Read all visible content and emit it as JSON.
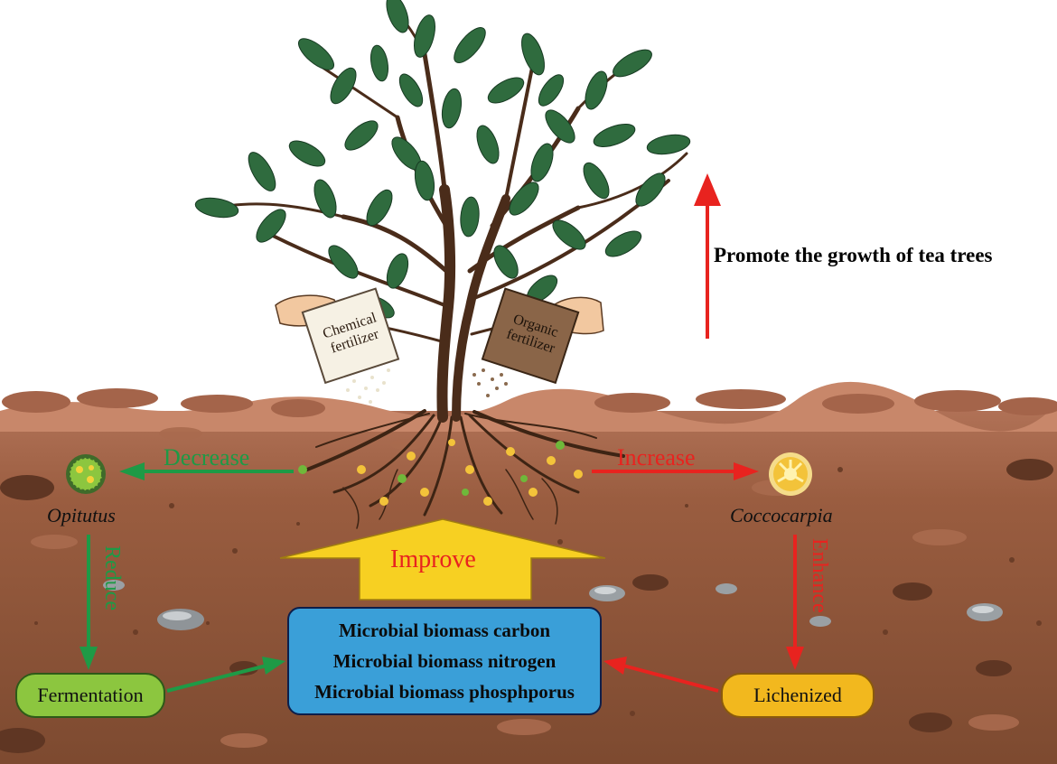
{
  "growth_label": "Promote the growth of tea trees",
  "chemical_bag": [
    "Chemical",
    "fertilizer"
  ],
  "organic_bag": [
    "Organic",
    "fertilizer"
  ],
  "decrease_label": "Decrease",
  "increase_label": "Increase",
  "left_organism": "Opitutus",
  "right_organism": "Coccocarpia",
  "reduce_label": "Reduce",
  "enhance_label": "Enhance",
  "improve_label": "Improve",
  "biomass": [
    "Microbial biomass carbon",
    "Microbial biomass nitrogen",
    "Microbial biomass phosphporus"
  ],
  "fermentation_label": "Fermentation",
  "lichenized_label": "Lichenized",
  "colors": {
    "green_accent": "#1e9a46",
    "red_accent": "#e8231f",
    "improve_arrow": "#f7d022",
    "biomass_box": "#3a9fd8",
    "fermentation_box": "#8cc63f",
    "lichenized_box": "#f2b81e",
    "soil": "#8b5538"
  }
}
